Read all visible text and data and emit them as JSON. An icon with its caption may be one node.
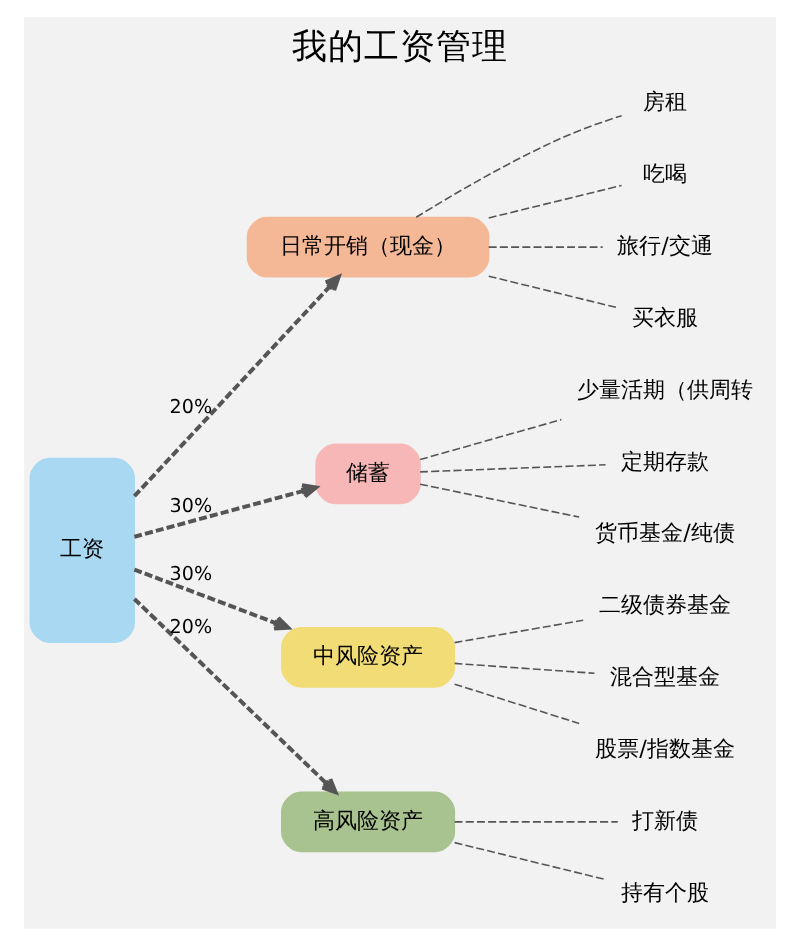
{
  "diagram": {
    "title": "我的工资管理",
    "nodes": [
      {
        "text": [
          "工资"
        ]
      },
      {
        "text": [
          "日常开销（现金）"
        ]
      },
      {
        "text": [
          "房租"
        ]
      },
      {
        "text": [
          "吃喝"
        ]
      },
      {
        "text": [
          "旅行/交通"
        ]
      },
      {
        "text": [
          "买衣服"
        ]
      },
      {
        "text": [
          "储蓄"
        ]
      },
      {
        "text": [
          "少量活期（供周转"
        ]
      },
      {
        "text": [
          "定期存款"
        ]
      },
      {
        "text": [
          "货币基金/纯债"
        ]
      },
      {
        "text": [
          "中风险资产"
        ]
      },
      {
        "text": [
          "二级债券基金"
        ]
      },
      {
        "text": [
          "混合型基金"
        ]
      },
      {
        "text": [
          "股票/指数基金"
        ]
      },
      {
        "text": [
          "高风险资产"
        ]
      },
      {
        "text": [
          "打新债"
        ]
      },
      {
        "text": [
          "持有个股"
        ]
      }
    ],
    "edges": [
      {
        "from": 0,
        "to": 1,
        "arrow": "to",
        "label": "20%",
        "style": "dashed"
      },
      {
        "from": 0,
        "to": 6,
        "arrow": "to",
        "label": "30%",
        "style": "dashed"
      },
      {
        "from": 0,
        "to": 10,
        "arrow": "to",
        "label": "30%",
        "style": "dashed"
      },
      {
        "from": 0,
        "to": 14,
        "arrow": "to",
        "label": "20%",
        "style": "dashed"
      },
      {
        "from": 1,
        "to": 2,
        "arrow": "none",
        "style": "dashed"
      },
      {
        "from": 1,
        "to": 3,
        "arrow": "none",
        "style": "dashed"
      },
      {
        "from": 1,
        "to": 4,
        "arrow": "none",
        "style": "dashed"
      },
      {
        "from": 1,
        "to": 5,
        "arrow": "none",
        "style": "dashed"
      },
      {
        "from": 6,
        "to": 7,
        "arrow": "none",
        "style": "dashed"
      },
      {
        "from": 6,
        "to": 8,
        "arrow": "none",
        "style": "dashed"
      },
      {
        "from": 6,
        "to": 9,
        "arrow": "none",
        "style": "dashed"
      },
      {
        "from": 10,
        "to": 11,
        "arrow": "none",
        "style": "dashed"
      },
      {
        "from": 10,
        "to": 12,
        "arrow": "none",
        "style": "dashed"
      },
      {
        "from": 10,
        "to": 13,
        "arrow": "none",
        "style": "dashed"
      },
      {
        "from": 14,
        "to": 15,
        "arrow": "none",
        "style": "dashed"
      },
      {
        "from": 14,
        "to": 16,
        "arrow": "none",
        "style": "dashed"
      }
    ]
  }
}
